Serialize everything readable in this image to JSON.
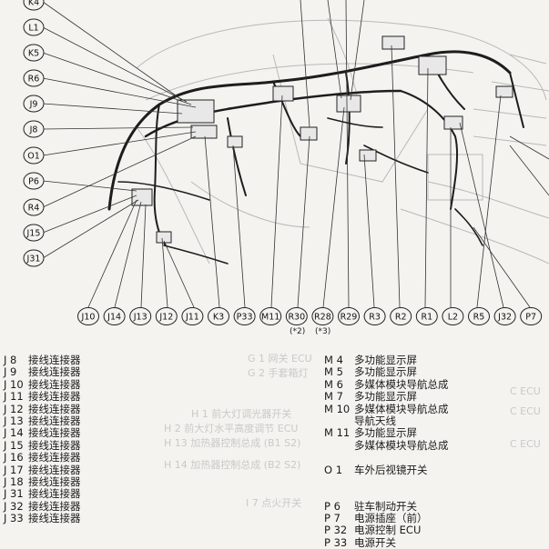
{
  "left_connectors": [
    "K4",
    "L1",
    "K5",
    "R6",
    "J9",
    "J8",
    "O1",
    "P6",
    "R4",
    "J15",
    "J31"
  ],
  "bottom_connectors": [
    "J10",
    "J14",
    "J13",
    "J12",
    "J11",
    "K3",
    "P33",
    "M11",
    "R30",
    "R28",
    "R29",
    "R3",
    "R2",
    "R1",
    "L2",
    "R5",
    "J32",
    "P7"
  ],
  "sublabels": {
    "r30": "(*2)",
    "r28": "(*3)"
  },
  "legend_left": [
    {
      "code": "J 8",
      "name": "接线连接器"
    },
    {
      "code": "J 9",
      "name": "接线连接器"
    },
    {
      "code": "J 10",
      "name": "接线连接器"
    },
    {
      "code": "J 11",
      "name": "接线连接器"
    },
    {
      "code": "J 12",
      "name": "接线连接器"
    },
    {
      "code": "J 13",
      "name": "接线连接器"
    },
    {
      "code": "J 14",
      "name": "接线连接器"
    },
    {
      "code": "J 15",
      "name": "接线连接器"
    },
    {
      "code": "J 16",
      "name": "接线连接器"
    },
    {
      "code": "J 17",
      "name": "接线连接器"
    },
    {
      "code": "J 18",
      "name": "接线连接器"
    },
    {
      "code": "J 31",
      "name": "接线连接器"
    },
    {
      "code": "J 32",
      "name": "接线连接器"
    },
    {
      "code": "J 33",
      "name": "接线连接器"
    }
  ],
  "legend_mid": [
    {
      "code": "M 4",
      "name": "多功能显示屏"
    },
    {
      "code": "M 5",
      "name": "多功能显示屏"
    },
    {
      "code": "M 6",
      "name": "多媒体模块导航总成"
    },
    {
      "code": "M 7",
      "name": "多功能显示屏"
    },
    {
      "code": "M 10",
      "name": "多媒体模块导航总成"
    },
    {
      "code": "",
      "name": "导航天线"
    },
    {
      "code": "M 11",
      "name": "多功能显示屏"
    },
    {
      "code": "",
      "name": "多媒体模块导航总成"
    },
    {
      "code": "",
      "name": ""
    },
    {
      "code": "O 1",
      "name": "车外后视镜开关"
    },
    {
      "code": "",
      "name": ""
    },
    {
      "code": "",
      "name": ""
    },
    {
      "code": "P 6",
      "name": "驻车制动开关"
    },
    {
      "code": "P 7",
      "name": "电源插座（前）"
    },
    {
      "code": "P 32",
      "name": "电源控制 ECU"
    },
    {
      "code": "P 33",
      "name": "电源开关"
    }
  ],
  "ghost_text": [
    "G 1 网关 ECU",
    "G 2 手套箱灯",
    "H 1 前大灯调光器开关",
    "H 2 前大灯水平高度调节 ECU",
    "H 13 加热器控制总成 (B1 S2)",
    "H 14 加热器控制总成 (B2 S2)",
    "I 7 点火开关",
    "C ECU",
    "C ECU",
    "C ECU"
  ]
}
